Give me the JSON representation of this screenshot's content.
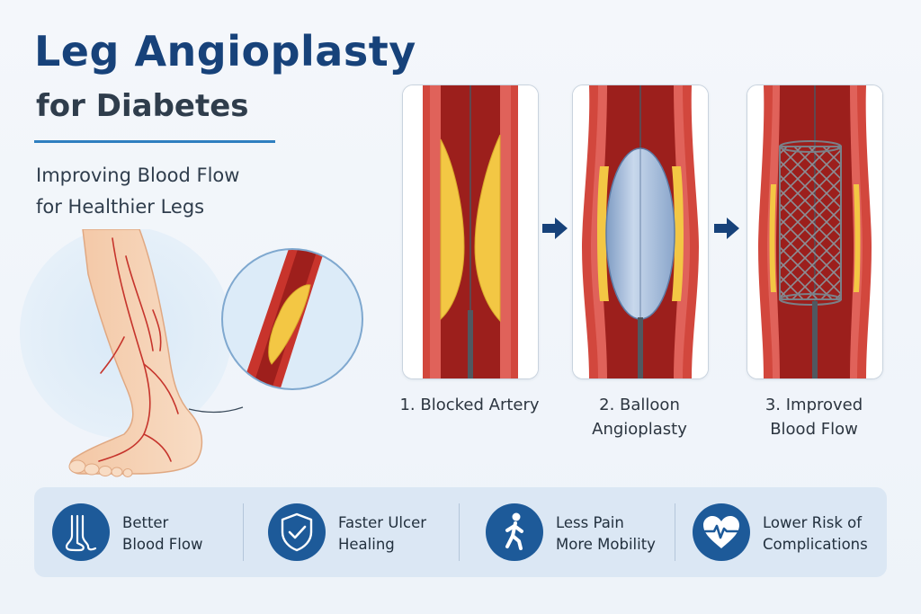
{
  "title": {
    "main": "Leg Angioplasty",
    "sub": "for Diabetes"
  },
  "tagline": {
    "line1": "Improving Blood Flow",
    "line2": "for Healthier Legs"
  },
  "steps": [
    {
      "line1": "1. Blocked Artery",
      "line2": ""
    },
    {
      "line1": "2. Balloon",
      "line2": "Angioplasty"
    },
    {
      "line1": "3. Improved",
      "line2": "Blood Flow"
    }
  ],
  "benefits": [
    {
      "line1": "Better",
      "line2": "Blood Flow",
      "icon": "feet-icon"
    },
    {
      "line1": "Faster Ulcer",
      "line2": "Healing",
      "icon": "shield-check-icon"
    },
    {
      "line1": "Less Pain",
      "line2": "More Mobility",
      "icon": "walking-person-icon"
    },
    {
      "line1": "Lower Risk of",
      "line2": "Complications",
      "icon": "heart-pulse-icon"
    }
  ],
  "colors": {
    "title": "#17427a",
    "accent": "#1d5a99",
    "artery": "#c8342c",
    "plaque": "#f3c744",
    "balloon": "#9fb8d8",
    "stent": "#8a8f96"
  }
}
